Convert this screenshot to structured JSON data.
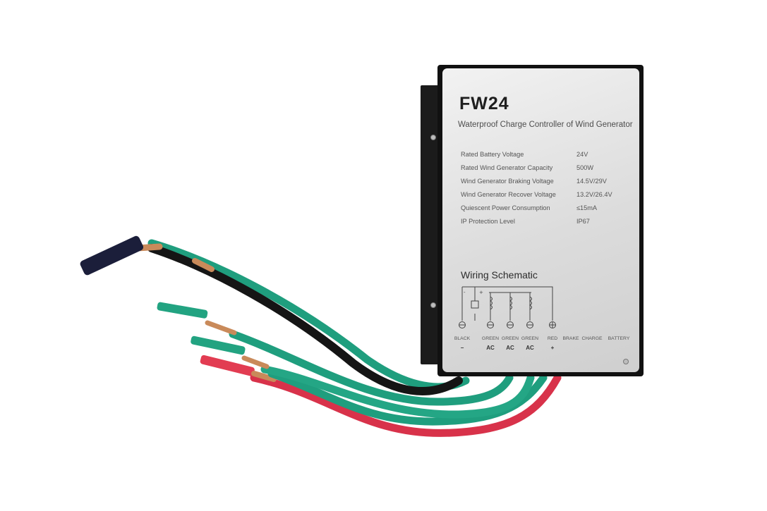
{
  "product": {
    "model": "FW24",
    "subtitle": "Waterproof Charge Controller of Wind Generator"
  },
  "specs": [
    {
      "label": "Rated Battery Voltage",
      "value": "24V"
    },
    {
      "label": "Rated Wind Generator Capacity",
      "value": "500W"
    },
    {
      "label": "Wind Generator Braking Voltage",
      "value": "14.5V/29V"
    },
    {
      "label": "Wind Generator Recover Voltage",
      "value": "13.2V/26.4V"
    },
    {
      "label": "Quiescent Power Consumption",
      "value": "≤15mA"
    },
    {
      "label": "IP Protection Level",
      "value": "IP67"
    }
  ],
  "wiring": {
    "title": "Wiring Schematic",
    "terminals": [
      {
        "label": "BLACK",
        "sub": "−"
      },
      {
        "label": "GREEN",
        "sub": "AC"
      },
      {
        "label": "GREEN",
        "sub": "AC"
      },
      {
        "label": "GREEN",
        "sub": "AC"
      },
      {
        "label": "RED",
        "sub": "+"
      },
      {
        "label": "BRAKE",
        "sub": ""
      },
      {
        "label": "CHARGE",
        "sub": ""
      },
      {
        "label": "BATTERY",
        "sub": ""
      }
    ]
  },
  "colors": {
    "housing": "#111111",
    "label": "#e4e4e4",
    "wire_black": "#151515",
    "wire_green": "#1f9e7e",
    "wire_red": "#d8324a",
    "copper": "#c98a5a"
  }
}
